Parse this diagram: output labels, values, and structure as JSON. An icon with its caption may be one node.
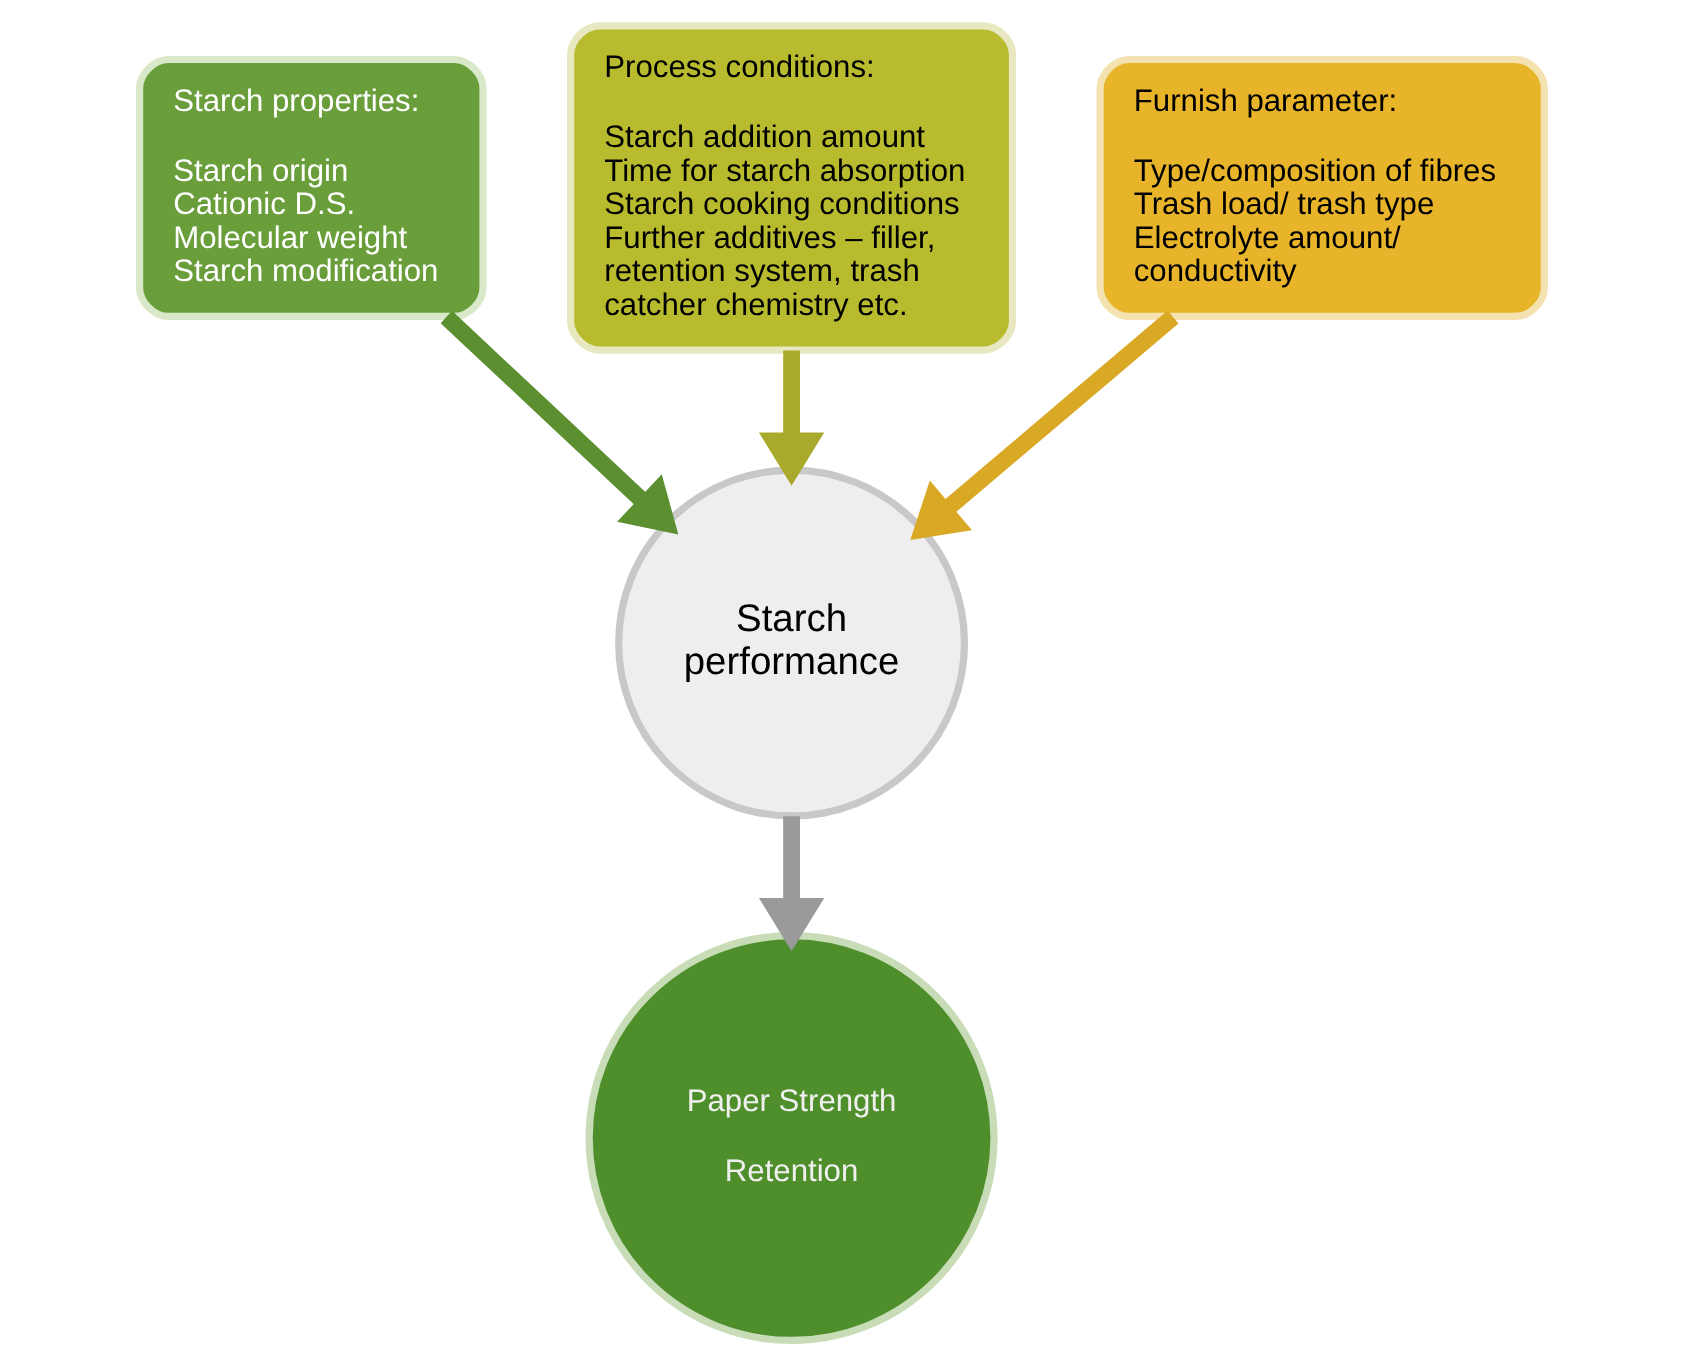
{
  "diagram": {
    "nodes": [
      {
        "text": [
          "Starch properties:",
          "Starch origin",
          "Cationic D.S.",
          "Molecular weight",
          "Starch modification"
        ]
      },
      {
        "text": [
          "Process conditions:",
          "Starch addition amount",
          "Time for starch absorption",
          "Starch cooking conditions",
          "Further additives – filler, retention system, trash catcher chemistry etc."
        ]
      },
      {
        "text": [
          "Furnish parameter:",
          "Type/composition of fibres",
          "Trash load/ trash type",
          "Electrolyte amount/ conductivity"
        ]
      },
      {
        "text": [
          "Starch performance"
        ]
      },
      {
        "text": [
          "Paper Strength",
          "Retention"
        ]
      }
    ],
    "edges": [
      {
        "from": 0,
        "to": 3,
        "arrow": "to",
        "color": "#5b8f2f"
      },
      {
        "from": 1,
        "to": 3,
        "arrow": "to",
        "color": "#a9a92c"
      },
      {
        "from": 2,
        "to": 3,
        "arrow": "to",
        "color": "#d9a824"
      },
      {
        "from": 3,
        "to": 4,
        "arrow": "to",
        "color": "#9a9a9a"
      }
    ]
  }
}
